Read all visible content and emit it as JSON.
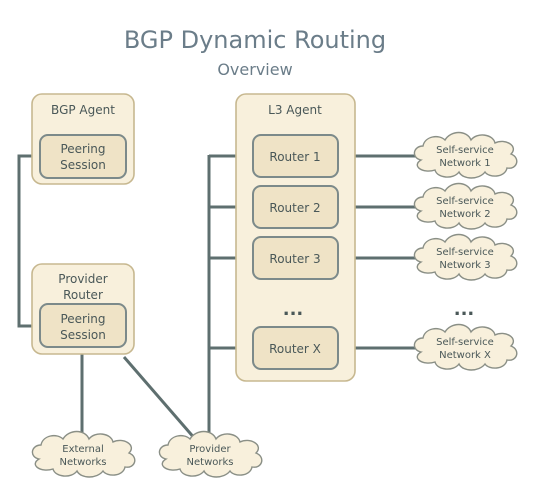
{
  "title": "BGP Dynamic Routing",
  "subtitle": "Overview",
  "bgp_agent": {
    "label": "BGP Agent",
    "session": [
      "Peering",
      "Session"
    ]
  },
  "provider_router": {
    "label": [
      "Provider",
      "Router"
    ],
    "session": [
      "Peering",
      "Session"
    ]
  },
  "l3_agent": {
    "label": "L3 Agent",
    "routers": [
      "Router 1",
      "Router 2",
      "Router 3",
      "Router X"
    ],
    "ellipsis": "..."
  },
  "networks": {
    "self_service": [
      [
        "Self-service",
        "Network 1"
      ],
      [
        "Self-service",
        "Network 2"
      ],
      [
        "Self-service",
        "Network 3"
      ],
      [
        "Self-service",
        "Network X"
      ]
    ],
    "ellipsis": "...",
    "external": [
      "External",
      "Networks"
    ],
    "provider": [
      "Provider",
      "Networks"
    ]
  },
  "colors": {
    "title": "#6b7d89",
    "container_fill": "#f8f0dc",
    "container_border": "#c7b890",
    "node_fill": "#efe3c6",
    "node_border": "#7c8a8a",
    "link": "#5e6f6f"
  }
}
